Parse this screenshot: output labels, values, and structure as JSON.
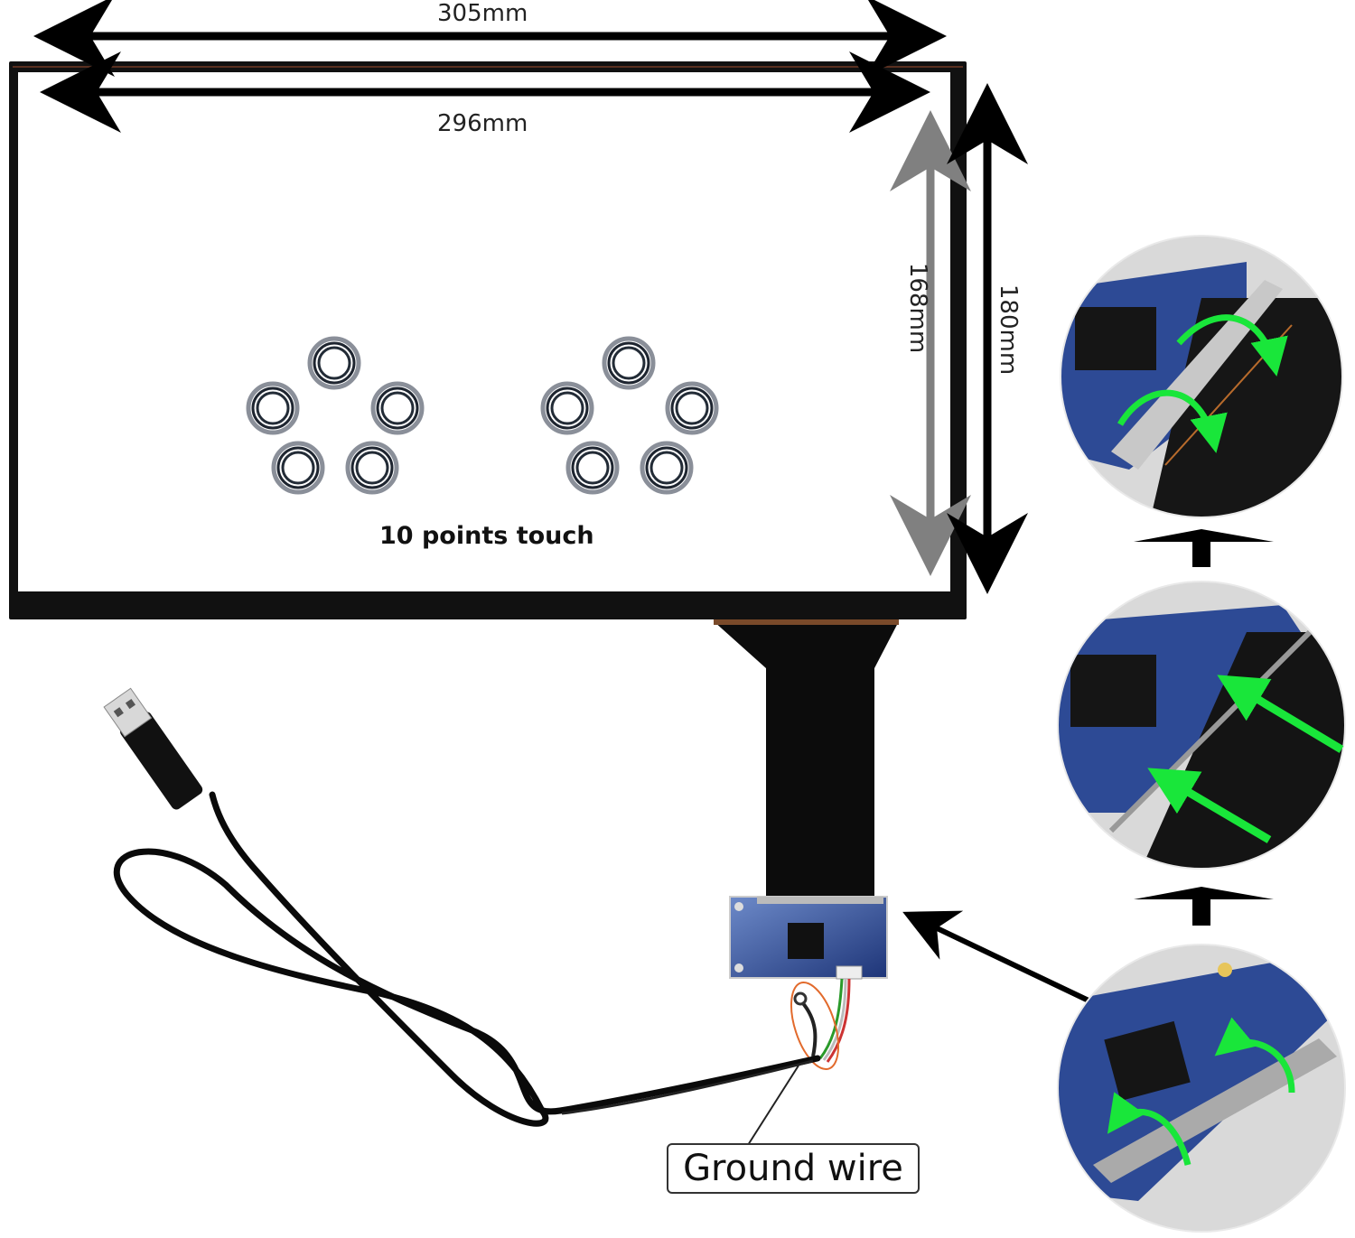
{
  "dimensions": {
    "outer_width": "305mm",
    "inner_width": "296mm",
    "inner_height": "168mm",
    "outer_height": "180mm"
  },
  "panel": {
    "caption": "10 points touch",
    "touch_point_count": 10
  },
  "callout": {
    "ground_wire": "Ground wire"
  },
  "steps": [
    {
      "id": "step-3",
      "arrow": "curved-close-arrows"
    },
    {
      "id": "step-2",
      "arrow": "straight-insert-arrows"
    },
    {
      "id": "step-1",
      "arrow": "curved-open-arrows"
    }
  ],
  "colors": {
    "arrow_green": "#19e63a",
    "bezel": "#111111",
    "pcb_blue": "#2f4f9a"
  }
}
